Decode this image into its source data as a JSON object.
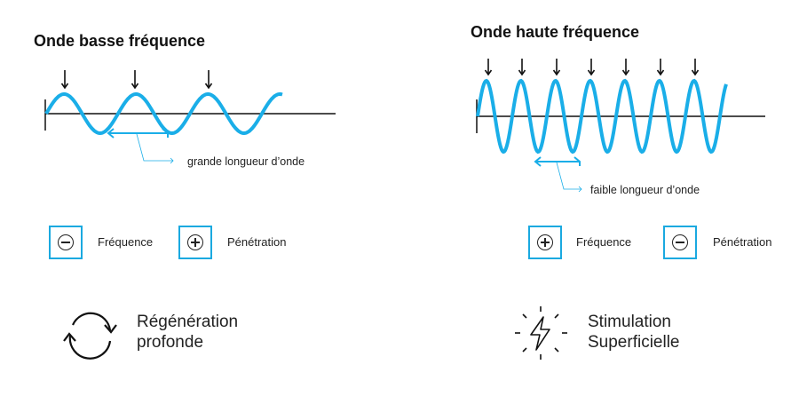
{
  "low": {
    "title": "Onde basse fréquence",
    "wavelength_label": "grande longueur d’onde",
    "freq_label": "Fréquence",
    "freq_sign": "minus",
    "pen_label": "Pénétration",
    "pen_sign": "plus",
    "effect_line1": "Régénération",
    "effect_line2": "profonde",
    "effect_icon": "refresh-cycle-icon"
  },
  "high": {
    "title": "Onde haute fréquence",
    "wavelength_label": "faible longueur d’onde",
    "freq_label": "Fréquence",
    "freq_sign": "plus",
    "pen_label": "Pénétration",
    "pen_sign": "minus",
    "effect_line1": "Stimulation",
    "effect_line2": "Superficielle",
    "effect_icon": "lightning-burst-icon"
  },
  "colors": {
    "wave": "#1aaee8",
    "box": "#1aa9e0",
    "ink": "#111111"
  }
}
